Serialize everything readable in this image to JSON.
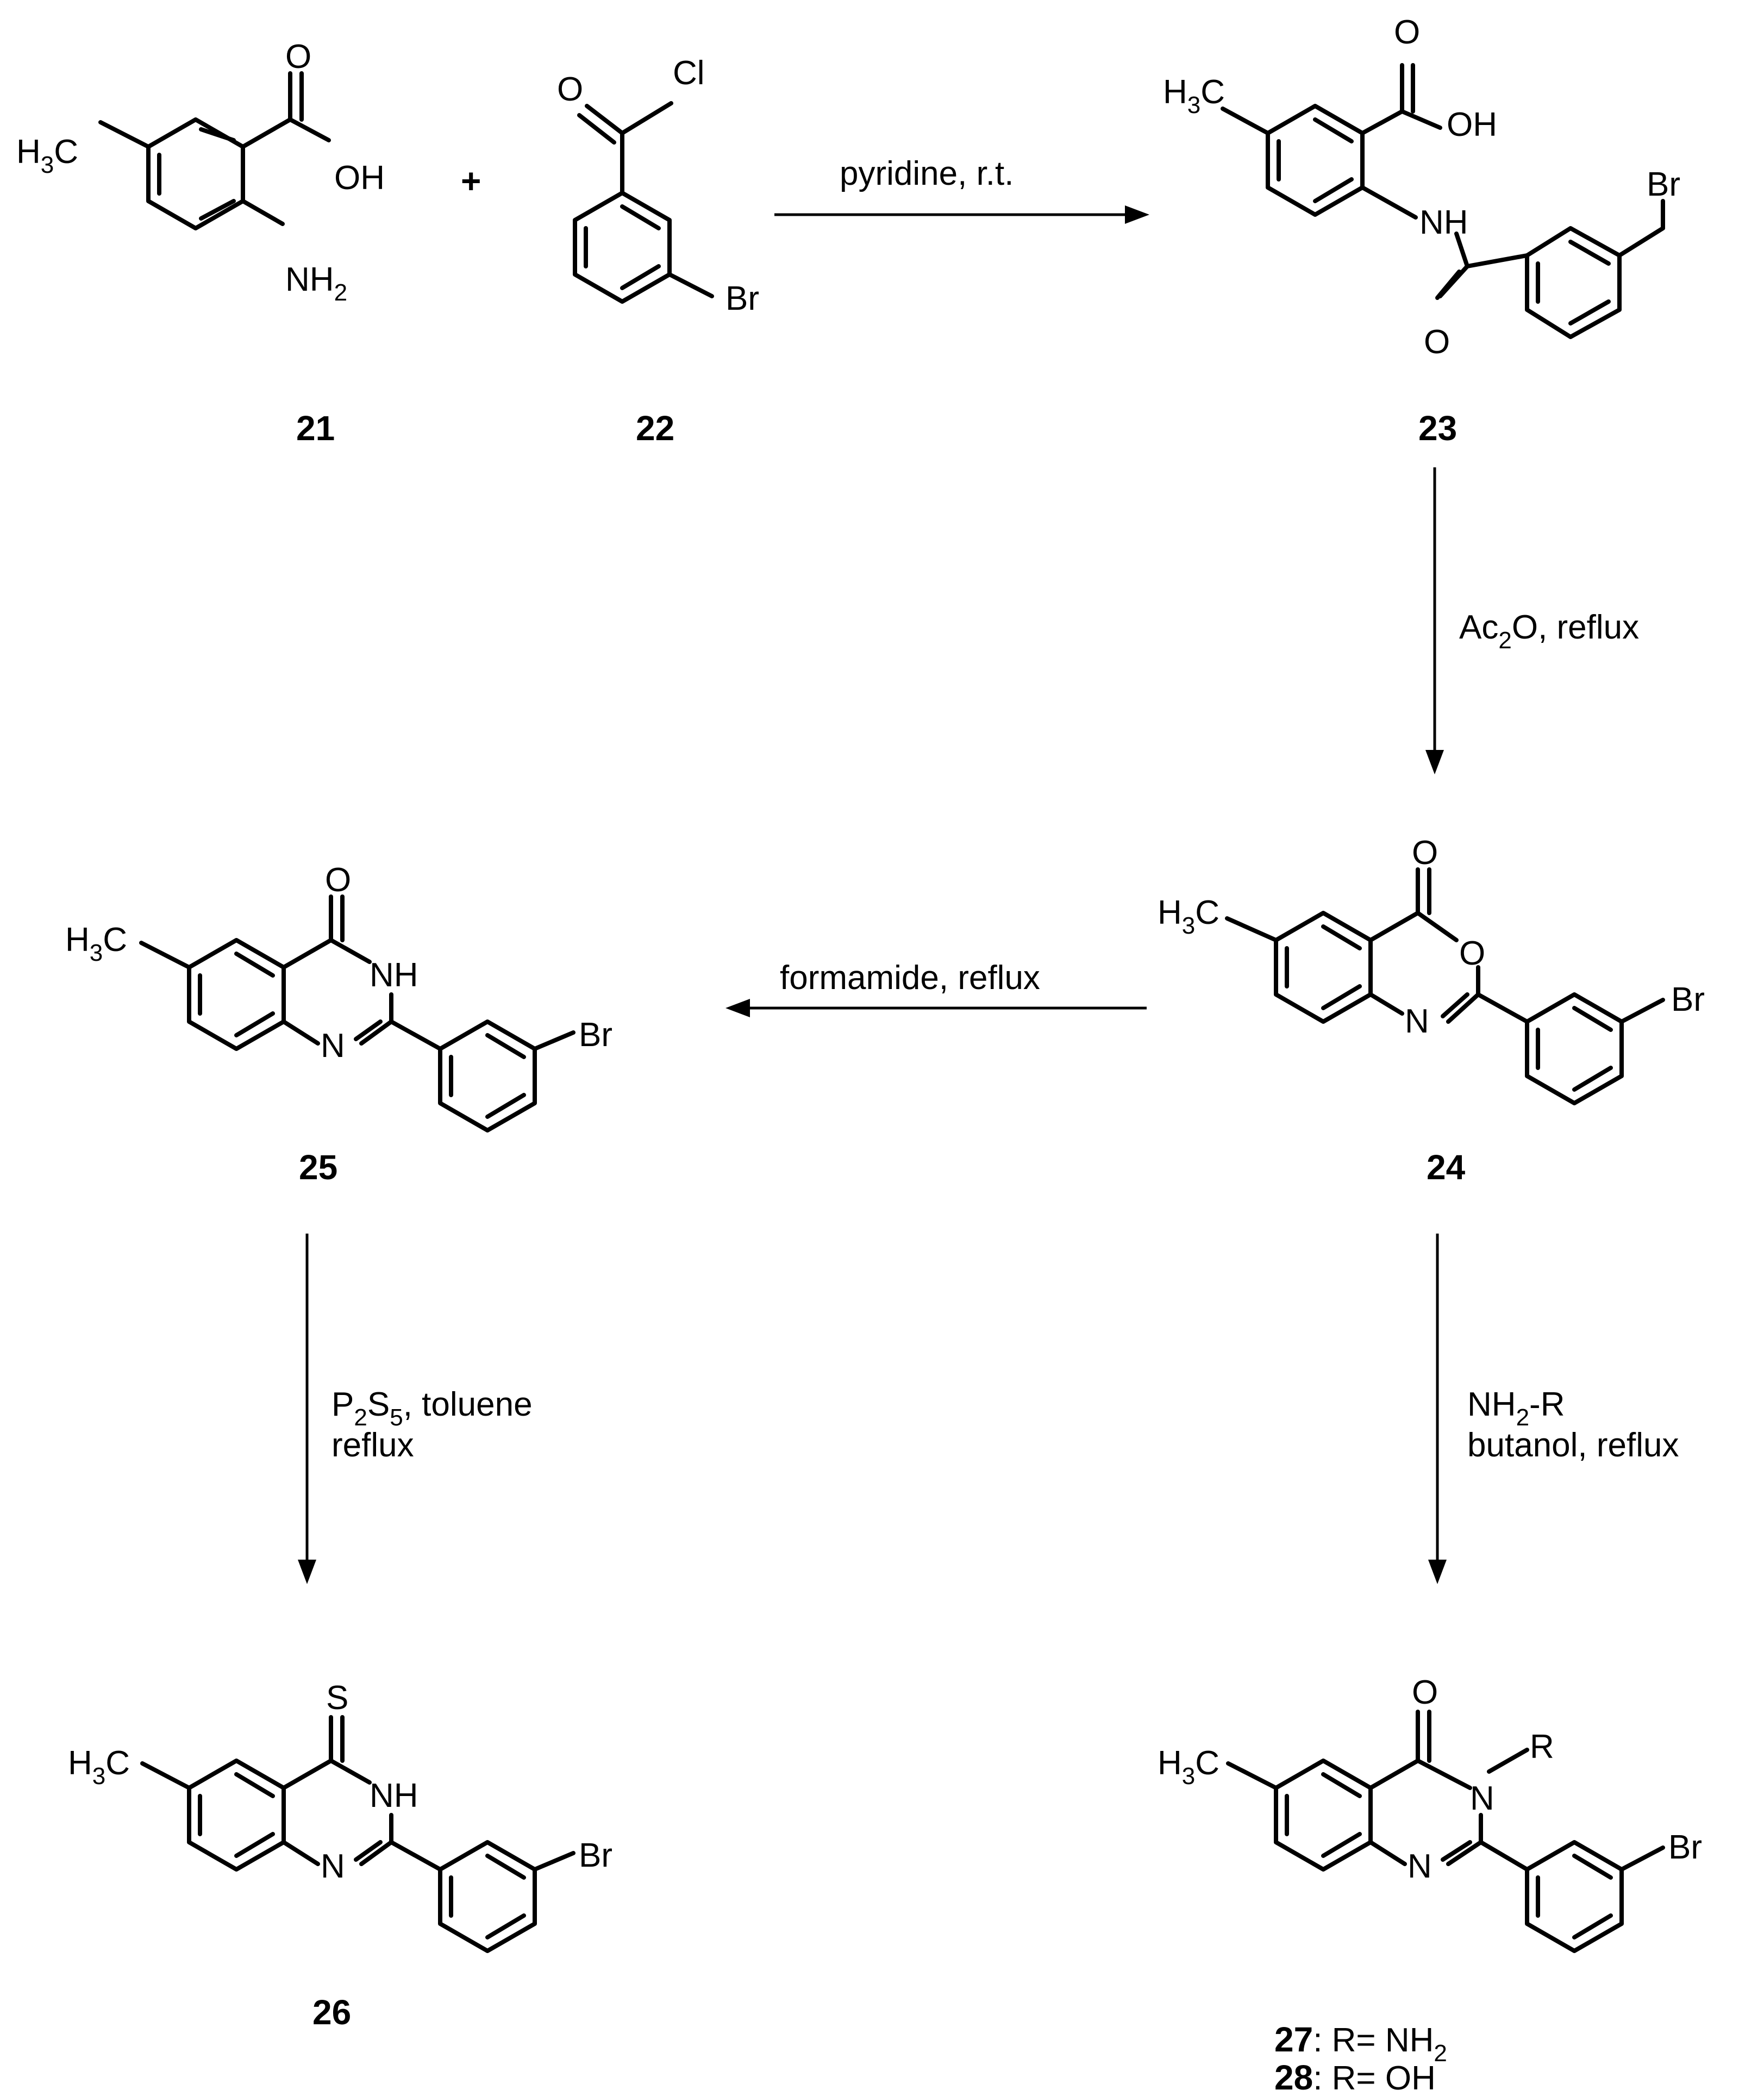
{
  "compounds": {
    "c21": "21",
    "c22": "22",
    "c23": "23",
    "c24": "24",
    "c25": "25",
    "c26": "26",
    "c27": "27",
    "c28": "28"
  },
  "labels": {
    "plus": "+",
    "H": "H",
    "C": "C",
    "three": "3",
    "two": "2",
    "five": "5",
    "O": "O",
    "OH": "OH",
    "Cl": "Cl",
    "Br": "Br",
    "N": "N",
    "NH": "NH",
    "S": "S",
    "R": "R",
    "colon_R_eq": ": R= NH",
    "colon_R_eq_OH": ": R= OH"
  },
  "conditions": {
    "step1": "pyridine, r.t.",
    "step2_a": "Ac",
    "step2_b": "O, reflux",
    "step3": "formamide, reflux",
    "step4_a": "P",
    "step4_b": "S",
    "step4_c": ", toluene",
    "step4_d": "reflux",
    "step5_a": "NH",
    "step5_b": "-R",
    "step5_c": "butanol, reflux"
  }
}
